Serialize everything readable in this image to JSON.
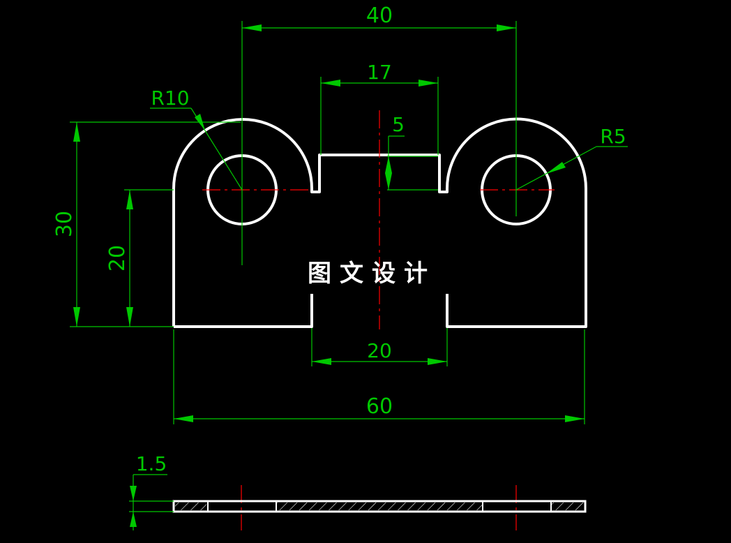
{
  "title": "图文设计",
  "dimensions": {
    "width_top": "40",
    "slot_width": "17",
    "slot_depth": "5",
    "left_radius": "R10",
    "right_radius": "R5",
    "total_height": "30",
    "side_height": "20",
    "bottom_notch": "20",
    "total_width": "60",
    "thickness": "1.5"
  },
  "colors": {
    "background": "#000000",
    "outline": "#ffffff",
    "dimension": "#00c800",
    "centerline": "#ff0000",
    "title": "#ffffff"
  }
}
